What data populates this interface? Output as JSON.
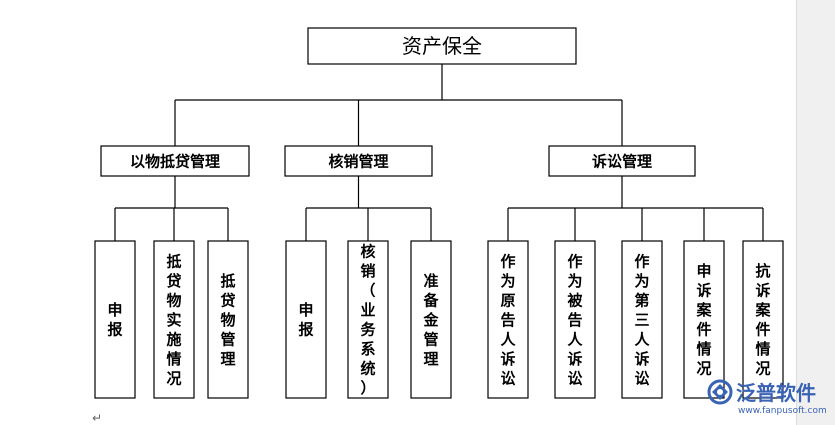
{
  "root": "资产保全",
  "branches": [
    {
      "label": "以物抵贷管理",
      "children": [
        "申报",
        "抵贷物实施情况",
        "抵贷物管理"
      ]
    },
    {
      "label": "核销管理",
      "children": [
        "申报",
        "核销（业务系统）",
        "准备金管理"
      ]
    },
    {
      "label": "诉讼管理",
      "children": [
        "作为原告人诉讼",
        "作为被告人诉讼",
        "作为第三人诉讼",
        "申诉案件情况",
        "抗诉案件情况"
      ]
    }
  ],
  "paragraph_mark": "↵",
  "watermark": {
    "brand": "泛普软件",
    "url": "www.fanpusoft.com",
    "icon": "fanpu-logo-icon",
    "color": "#3a63b5"
  }
}
